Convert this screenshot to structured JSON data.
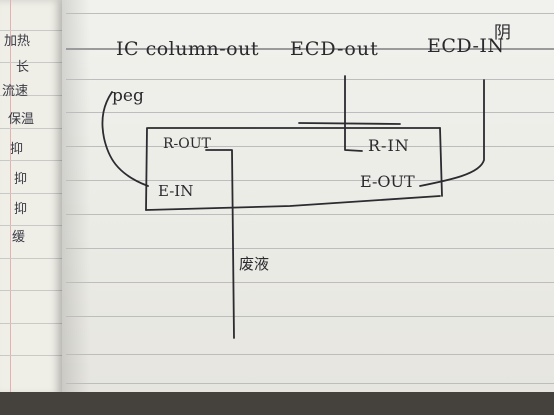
{
  "diagram": {
    "labels": {
      "column_out": "IC column-out",
      "ecd_out": "ECD-out",
      "ecd_in": "ECD-IN",
      "yin": "阴",
      "peg": "peg",
      "r_out": "R-OUT",
      "e_in": "E-IN",
      "r_in": "R-IN",
      "e_out": "E-OUT",
      "waste": "废液"
    }
  },
  "margin_notes": [
    "加热",
    "长",
    "流速",
    "保温",
    "抑",
    "抑",
    "抑",
    "缓"
  ]
}
